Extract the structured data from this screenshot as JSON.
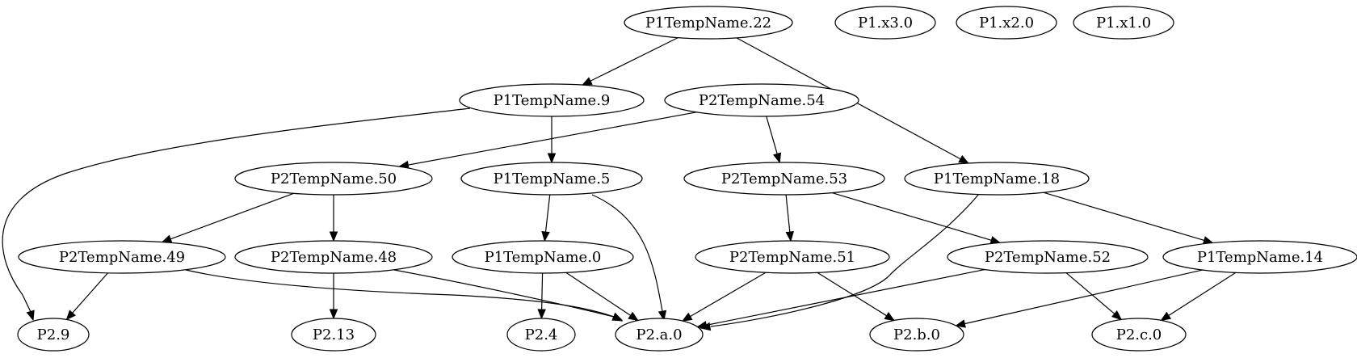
{
  "nodes": [
    {
      "id": "n22",
      "label": "P1TempName.22"
    },
    {
      "id": "x3",
      "label": "P1.x3.0"
    },
    {
      "id": "x2",
      "label": "P1.x2.0"
    },
    {
      "id": "x1",
      "label": "P1.x1.0"
    },
    {
      "id": "n9",
      "label": "P1TempName.9"
    },
    {
      "id": "p54",
      "label": "P2TempName.54"
    },
    {
      "id": "p50",
      "label": "P2TempName.50"
    },
    {
      "id": "n5",
      "label": "P1TempName.5"
    },
    {
      "id": "p53",
      "label": "P2TempName.53"
    },
    {
      "id": "n18",
      "label": "P1TempName.18"
    },
    {
      "id": "p49",
      "label": "P2TempName.49"
    },
    {
      "id": "p48",
      "label": "P2TempName.48"
    },
    {
      "id": "n0",
      "label": "P1TempName.0"
    },
    {
      "id": "p51",
      "label": "P2TempName.51"
    },
    {
      "id": "p52",
      "label": "P2TempName.52"
    },
    {
      "id": "n14",
      "label": "P1TempName.14"
    },
    {
      "id": "p9",
      "label": "P2.9"
    },
    {
      "id": "p13",
      "label": "P2.13"
    },
    {
      "id": "p4",
      "label": "P2.4"
    },
    {
      "id": "pa",
      "label": "P2.a.0"
    },
    {
      "id": "pb",
      "label": "P2.b.0"
    },
    {
      "id": "pc",
      "label": "P2.c.0"
    }
  ],
  "edges": [
    {
      "from": "n22",
      "to": "n9"
    },
    {
      "from": "n22",
      "to": "n18"
    },
    {
      "from": "n9",
      "to": "p9"
    },
    {
      "from": "n9",
      "to": "n5"
    },
    {
      "from": "p54",
      "to": "p50"
    },
    {
      "from": "p54",
      "to": "p53"
    },
    {
      "from": "p50",
      "to": "p49"
    },
    {
      "from": "p50",
      "to": "p48"
    },
    {
      "from": "n5",
      "to": "n0"
    },
    {
      "from": "n5",
      "to": "pa"
    },
    {
      "from": "p53",
      "to": "p51"
    },
    {
      "from": "p53",
      "to": "p52"
    },
    {
      "from": "n18",
      "to": "pa"
    },
    {
      "from": "n18",
      "to": "n14"
    },
    {
      "from": "p49",
      "to": "p9"
    },
    {
      "from": "p49",
      "to": "pa"
    },
    {
      "from": "p48",
      "to": "p13"
    },
    {
      "from": "p48",
      "to": "pa"
    },
    {
      "from": "n0",
      "to": "p4"
    },
    {
      "from": "n0",
      "to": "pa"
    },
    {
      "from": "p51",
      "to": "pa"
    },
    {
      "from": "p51",
      "to": "pb"
    },
    {
      "from": "p52",
      "to": "pa"
    },
    {
      "from": "p52",
      "to": "pc"
    },
    {
      "from": "n14",
      "to": "pb"
    },
    {
      "from": "n14",
      "to": "pc"
    }
  ]
}
